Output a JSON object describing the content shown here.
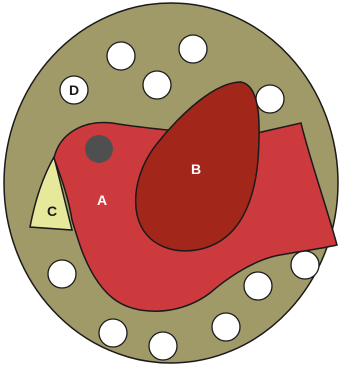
{
  "labels": {
    "a": "A",
    "b": "B",
    "c": "C",
    "d": "D"
  },
  "colors": {
    "background": "#ffffff",
    "oval_fill": "#a09a69",
    "bird_body": "#cd3a3d",
    "wing": "#a22619",
    "beak": "#e6e99b",
    "eye": "#4f4f4f",
    "dots": "#ffffff",
    "outline": "#1a1a1a"
  },
  "shapes": {
    "oval": "olive-oval-plate",
    "body": "bird-body",
    "wing": "bird-wing",
    "beak": "bird-beak",
    "eye": "bird-eye",
    "dots": "white-circle-dots"
  }
}
